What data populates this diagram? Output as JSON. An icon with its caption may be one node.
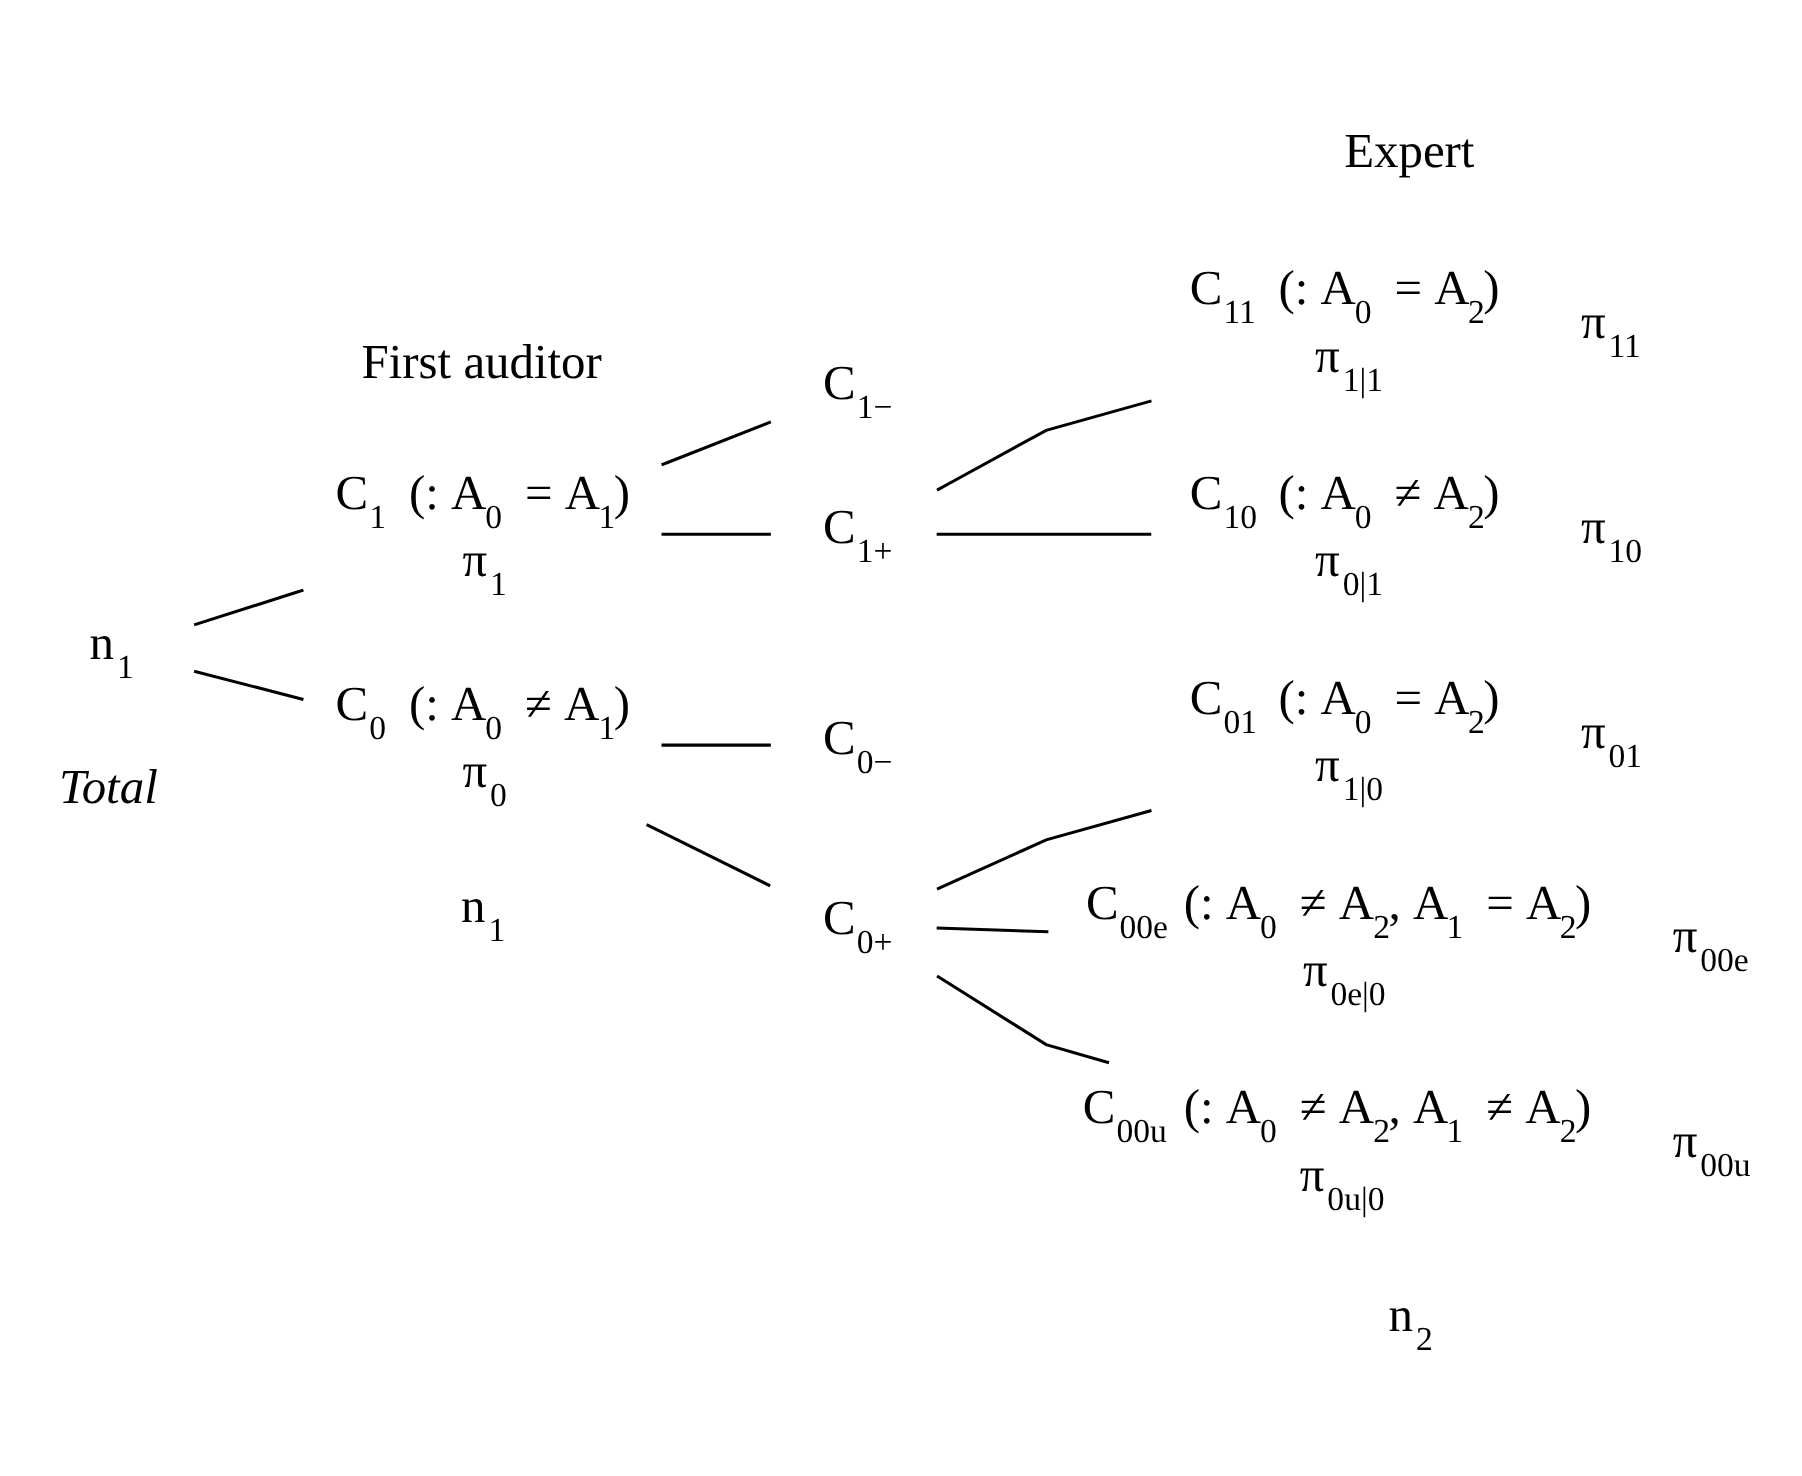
{
  "diagram": {
    "nodes": [
      {
        "text": [
          "n$_{1}$"
        ]
      },
      {
        "text": [
          "C$_{1}$ (: A$_{0}$ = A$_{1}$)",
          "π$_{1}$"
        ]
      },
      {
        "text": [
          "C$_{1−}$"
        ]
      },
      {
        "text": [
          "C$_{1+}$"
        ]
      },
      {
        "text": [
          "C$_{11}$ (: A$_{0}$ = A$_{2}$)",
          "π$_{1|1}$"
        ],
        "beside": [
          "π$_{11}$"
        ]
      },
      {
        "text": [
          "C$_{10}$ (: A$_{0}$ ≠ A$_{2}$)",
          "π$_{0|1}$"
        ],
        "beside": [
          "π$_{10}$"
        ]
      },
      {
        "text": [
          "C$_{0}$ (: A$_{0}$ ≠ A$_{1}$)",
          "π$_{0}$"
        ]
      },
      {
        "text": [
          "C$_{0−}$"
        ]
      },
      {
        "text": [
          "C$_{0+}$"
        ]
      },
      {
        "text": [
          "C$_{01}$ (: A$_{0}$ = A$_{2}$)",
          "π$_{1|0}$"
        ],
        "beside": [
          "π$_{01}$"
        ]
      },
      {
        "text": [
          "C$_{00e}$ (: A$_{0}$ ≠ A$_{2}$, A$_{1}$ = A$_{2}$)",
          "π$_{0e|0}$"
        ],
        "beside": [
          "π$_{00e}$"
        ]
      },
      {
        "text": [
          "C$_{00u}$ (: A$_{0}$ ≠ A$_{2}$, A$_{1}$ ≠ A$_{2}$)",
          "π$_{0u|0}$"
        ],
        "beside": [
          "π$_{00u}$"
        ]
      }
    ],
    "edges": [
      {
        "from": 0,
        "to": 1,
        "arrow": "none"
      },
      {
        "from": 0,
        "to": 6,
        "arrow": "none"
      },
      {
        "from": 1,
        "to": 2,
        "arrow": "none"
      },
      {
        "from": 1,
        "to": 3,
        "arrow": "none"
      },
      {
        "from": 3,
        "to": 4,
        "arrow": "none"
      },
      {
        "from": 3,
        "to": 5,
        "arrow": "none"
      },
      {
        "from": 6,
        "to": 7,
        "arrow": "none"
      },
      {
        "from": 6,
        "to": 8,
        "arrow": "none"
      },
      {
        "from": 8,
        "to": 9,
        "arrow": "none"
      },
      {
        "from": 8,
        "to": 10,
        "arrow": "none"
      },
      {
        "from": 8,
        "to": 11,
        "arrow": "none"
      }
    ],
    "labels": [
      "First auditor",
      "Expert",
      "Total",
      "n$_{1}$",
      "n$_{2}$"
    ]
  }
}
